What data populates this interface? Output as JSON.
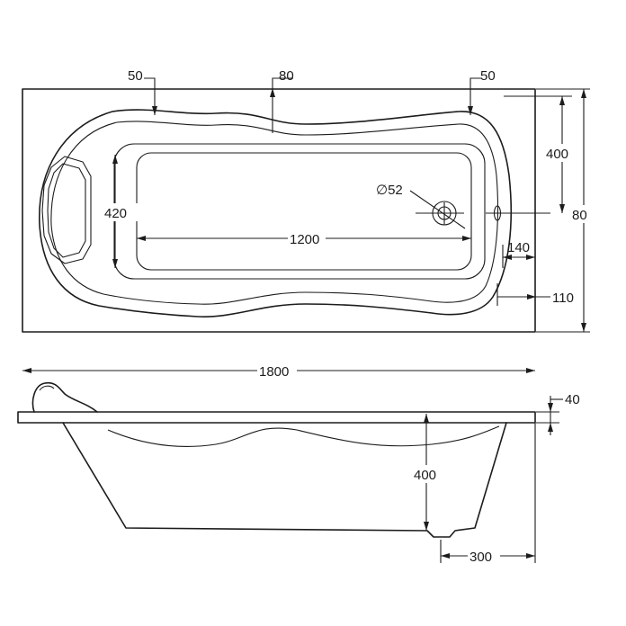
{
  "top_view": {
    "rim_offset_left": "50",
    "rim_center_width": "80",
    "rim_offset_right": "50",
    "basin_depth_to_drain": "400",
    "basin_width": "420",
    "basin_length": "1200",
    "drain_diameter": "∅52",
    "overall_width": "80",
    "overflow_offset": "140",
    "rim_margin": "110"
  },
  "side_view": {
    "overall_length": "1800",
    "rim_thickness": "40",
    "tub_depth": "400",
    "foot_offset": "300"
  }
}
